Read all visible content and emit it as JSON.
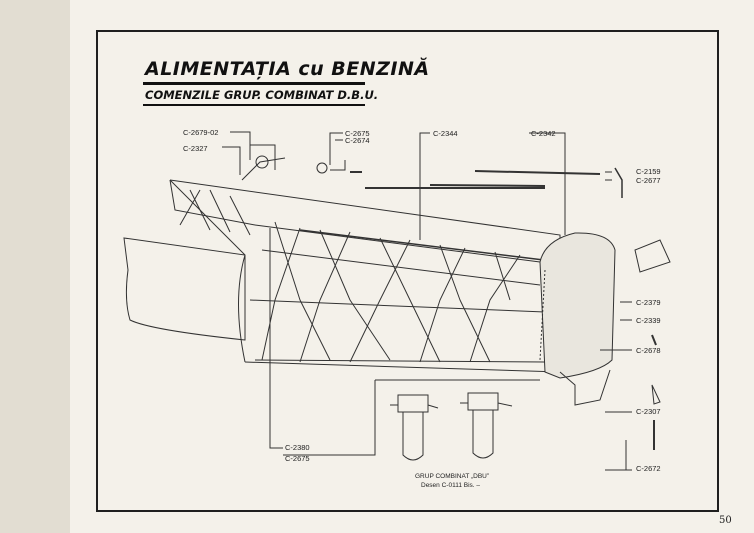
{
  "title": "ALIMENTAȚIA cu BENZINĂ",
  "subtitle": "COMENZILE GRUP. COMBINAT D.B.U.",
  "callouts": {
    "c2679": "C-2679-02",
    "c2327": "C-2327",
    "c2675a": "C-2675",
    "c2674": "C-2674",
    "c2344": "C-2344",
    "c2342": "C-2342",
    "c2159": "C-2159",
    "c2677": "C-2677",
    "c2379": "C-2379",
    "c2339": "C-2339",
    "c2678": "C-2678",
    "c2307": "C-2307",
    "c2672": "C-2672",
    "c2380": "C-2380",
    "c2675b": "C-2675"
  },
  "caption": {
    "line1": "GRUP COMBINAT „DBU”",
    "line2": "Desen C-0111 Bis. –"
  },
  "page_number": "50",
  "colors": {
    "ink": "#1f1f1f",
    "paper": "#f4f1ea"
  }
}
